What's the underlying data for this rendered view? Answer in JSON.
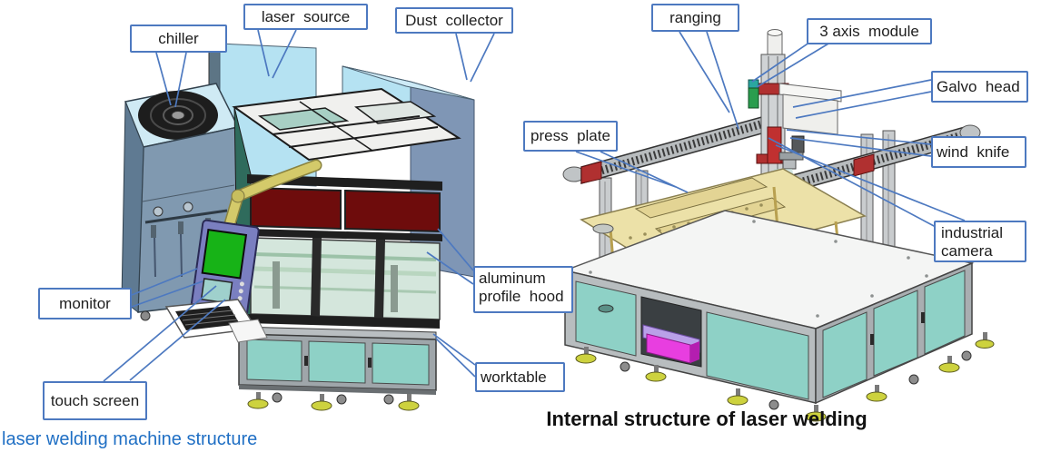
{
  "diagram": {
    "labels": {
      "chiller": "chiller",
      "laser_source": "laser  source",
      "dust_collector": "Dust  collector",
      "monitor": "monitor",
      "touch_screen": "touch screen",
      "aluminum_profile_hood_line1": "aluminum",
      "aluminum_profile_hood_line2": "profile  hood",
      "worktable": "worktable",
      "ranging": "ranging",
      "three_axis_module": "3 axis  module",
      "galvo_head": "Galvo  head",
      "wind_knife": "wind  knife",
      "press_plate": "press  plate",
      "industrial_camera_line1": "industrial",
      "industrial_camera_line2": "camera"
    },
    "captions": {
      "right_figure": "Internal structure of laser welding",
      "bottom_left_partial": "laser welding machine structure"
    },
    "colors": {
      "callout_border": "#4d79c0",
      "leader_line": "#4d79c0",
      "light_blue_box": "#b5e2f2",
      "steel_blue_body": "#8099b0",
      "dark_red_panel": "#6e0c0c",
      "teal_door": "#8ed1c6",
      "interior_glass": "#d4e6dc",
      "arm_yellow": "#d4ca6a",
      "screen_green": "#17b317",
      "magenta_part": "#e83ee0",
      "lavender_part": "#b9a0e8",
      "cream_plate": "#ece1a8",
      "foot_yellow": "#cdd23e",
      "caption_text": "#111111",
      "bottom_caption_blue": "#1f6fc4"
    }
  }
}
